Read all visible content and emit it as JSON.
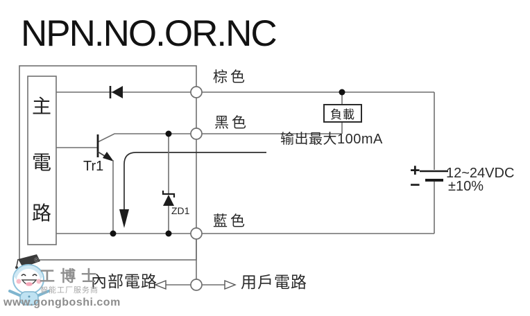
{
  "title": "NPN.NO.OR.NC",
  "wire_labels": {
    "brown": "棕色",
    "black": "黑色",
    "blue": "藍色"
  },
  "components": {
    "main_circuit": {
      "chars": [
        "主",
        "電",
        "路"
      ]
    },
    "transistor_label": "Tr1",
    "zener_label": "ZD1",
    "load_label": "負載"
  },
  "annotations": {
    "output_max": "输出最大100mA",
    "supply_plus": "+",
    "supply_minus": "−",
    "supply_voltage": "12~24VDC",
    "supply_tolerance": "±10%",
    "internal_circuit": "內部電路",
    "user_circuit": "用戶電路"
  },
  "watermark": {
    "registered": "®",
    "brand": "工博士",
    "tagline": "智能工厂服务商",
    "url": "www.gongboshi.com"
  },
  "colors": {
    "wire": "#6f6f6f",
    "symbol": "#1c1c1c",
    "text": "#2a2a2a",
    "watermark_gray": "#8f8f8f",
    "mascot_blue": "#bfe2f2"
  }
}
